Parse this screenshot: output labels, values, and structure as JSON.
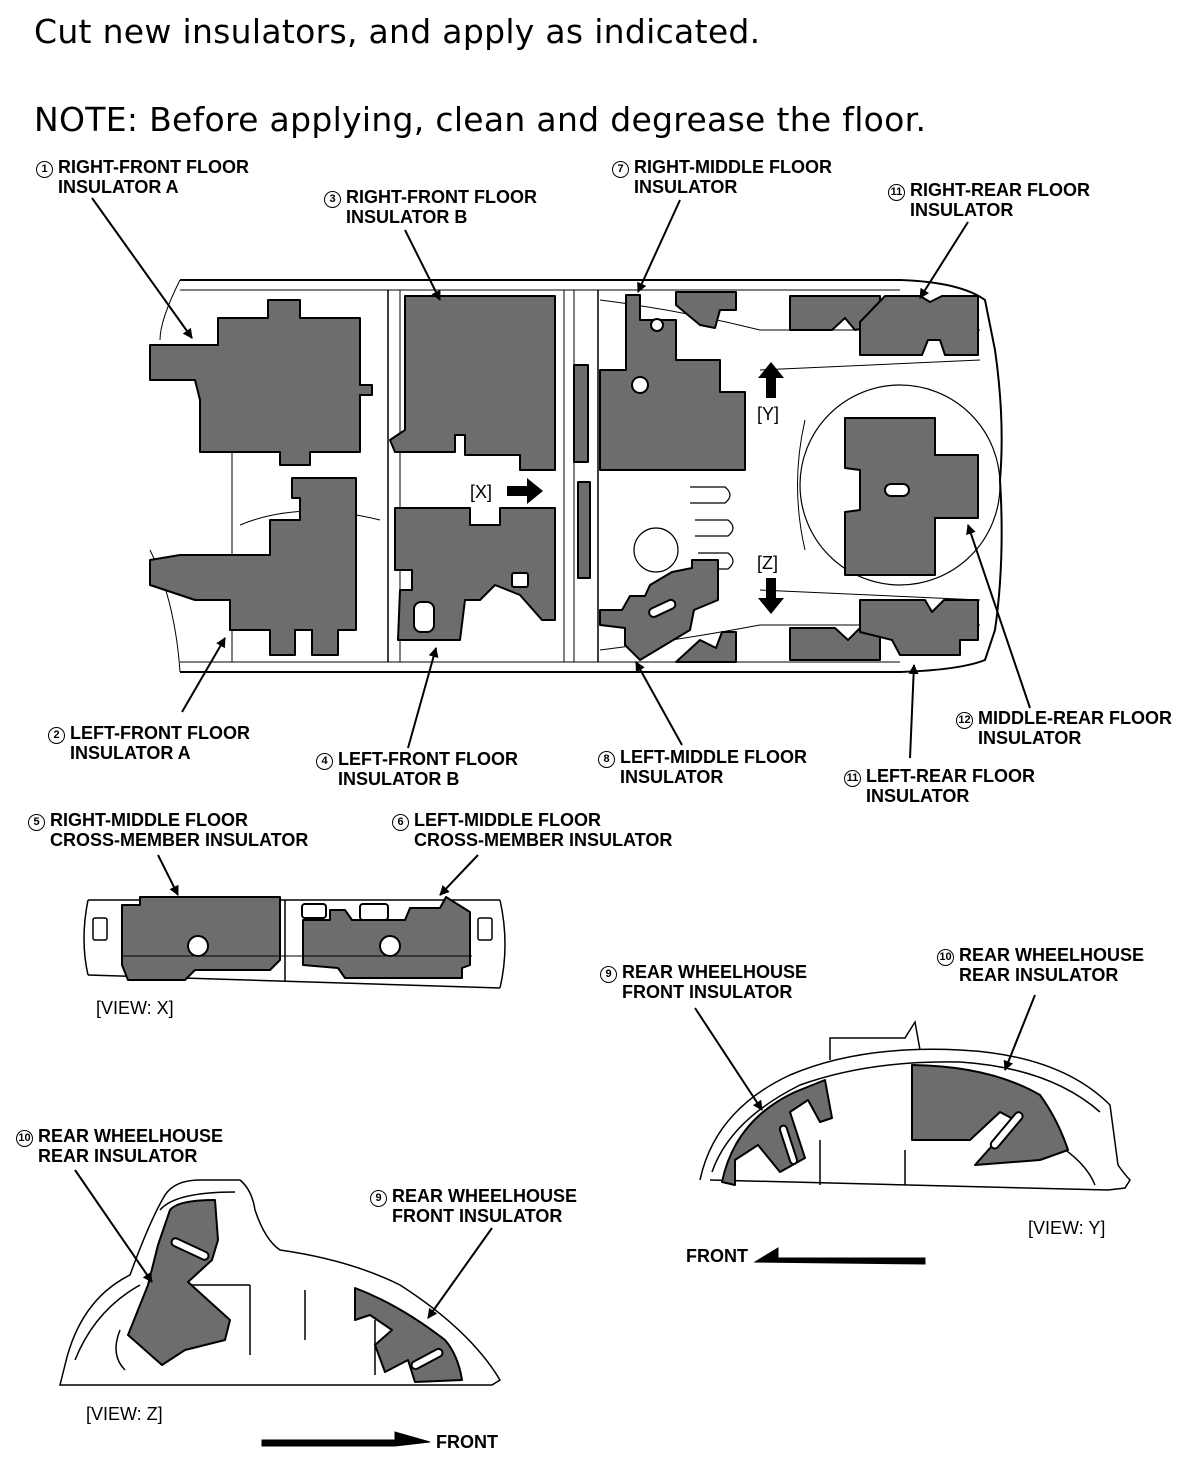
{
  "instructions": {
    "line1": "Cut new insulators, and apply as indicated.",
    "line2": "NOTE: Before applying, clean and degrease the floor."
  },
  "labels": {
    "l1": {
      "num": "1",
      "line1": "RIGHT-FRONT FLOOR",
      "line2": "INSULATOR A"
    },
    "l3": {
      "num": "3",
      "line1": "RIGHT-FRONT FLOOR",
      "line2": "INSULATOR B"
    },
    "l7": {
      "num": "7",
      "line1": "RIGHT-MIDDLE FLOOR",
      "line2": "INSULATOR"
    },
    "l11r": {
      "num": "11",
      "line1": "RIGHT-REAR FLOOR",
      "line2": "INSULATOR"
    },
    "l2": {
      "num": "2",
      "line1": "LEFT-FRONT FLOOR",
      "line2": "INSULATOR A"
    },
    "l4": {
      "num": "4",
      "line1": "LEFT-FRONT FLOOR",
      "line2": "INSULATOR B"
    },
    "l8": {
      "num": "8",
      "line1": "LEFT-MIDDLE FLOOR",
      "line2": "INSULATOR"
    },
    "l11l": {
      "num": "11",
      "line1": "LEFT-REAR FLOOR",
      "line2": "INSULATOR"
    },
    "l12": {
      "num": "12",
      "line1": "MIDDLE-REAR FLOOR",
      "line2": "INSULATOR"
    },
    "l5": {
      "num": "5",
      "line1": "RIGHT-MIDDLE FLOOR",
      "line2": "CROSS-MEMBER INSULATOR"
    },
    "l6": {
      "num": "6",
      "line1": "LEFT-MIDDLE FLOOR",
      "line2": "CROSS-MEMBER INSULATOR"
    },
    "l9y": {
      "num": "9",
      "line1": "REAR WHEELHOUSE",
      "line2": "FRONT INSULATOR"
    },
    "l10y": {
      "num": "10",
      "line1": "REAR WHEELHOUSE",
      "line2": "REAR INSULATOR"
    },
    "l10z": {
      "num": "10",
      "line1": "REAR WHEELHOUSE",
      "line2": "REAR INSULATOR"
    },
    "l9z": {
      "num": "9",
      "line1": "REAR WHEELHOUSE",
      "line2": "FRONT INSULATOR"
    }
  },
  "view_markers": {
    "x": "[X]",
    "y": "[Y]",
    "z": "[Z]"
  },
  "view_captions": {
    "x": "[VIEW: X]",
    "y": "[VIEW: Y]",
    "z": "[VIEW: Z]"
  },
  "front_labels": {
    "y": "FRONT",
    "z": "FRONT"
  },
  "colors": {
    "insulator_fill": "#6d6d6d",
    "line": "#000000",
    "background": "#ffffff"
  }
}
